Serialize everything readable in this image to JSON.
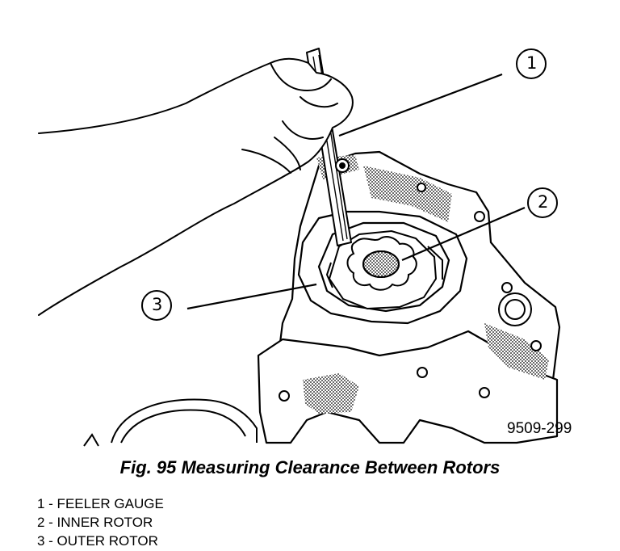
{
  "figure": {
    "drawing_number": "9509-299",
    "caption": "Fig. 95 Measuring Clearance Between Rotors"
  },
  "callouts": [
    {
      "number": "1"
    },
    {
      "number": "2"
    },
    {
      "number": "3"
    }
  ],
  "legend": [
    "1 - FEELER GAUGE",
    "2 - INNER ROTOR",
    "3 - OUTER ROTOR"
  ]
}
